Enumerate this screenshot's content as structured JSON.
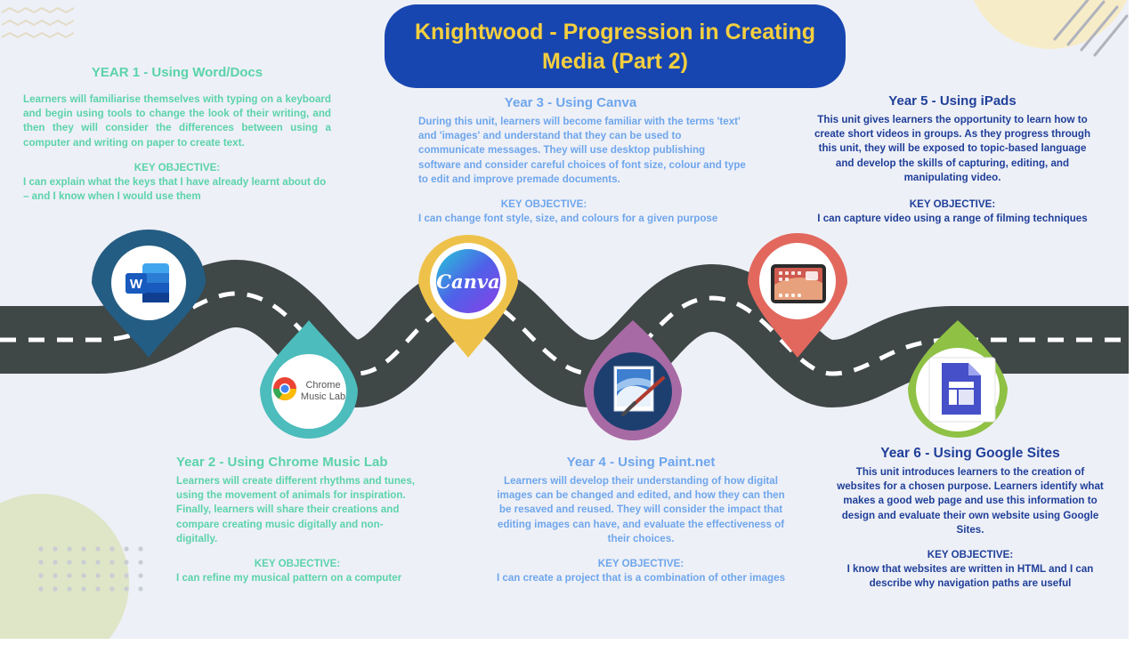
{
  "title": {
    "line1": "Knightwood  - Progression in Creating",
    "line2": "Media  (Part 2)"
  },
  "colors": {
    "background": "#eef0f7",
    "title_bg": "#1846b0",
    "title_text": "#f5cf3e",
    "road": "#3f4747",
    "green_text": "#5bd3aa",
    "light_blue_text": "#6ea6ec",
    "navy_text": "#1f3f99"
  },
  "years": {
    "y1": {
      "heading": "YEAR 1  - Using Word/Docs",
      "description": "Learners will familiarise themselves with typing on a keyboard and begin using tools to change the look of their writing, and then they will consider the differences between using a computer and writing on paper to create text.",
      "objective_label": "KEY OBJECTIVE:",
      "objective": "I can explain what the keys that I have already learnt about do – and I know when I would use them",
      "pin_color": "#245d83",
      "icon": "microsoft-word-icon"
    },
    "y2": {
      "heading": "Year 2 - Using Chrome Music Lab",
      "description": "Learners will create different rhythms and tunes, using the movement of animals for inspiration. Finally, learners will share their creations and compare creating music digitally and non-digitally.",
      "objective_label": "KEY OBJECTIVE:",
      "objective": "I can refine my musical pattern on a computer",
      "pin_color": "#4cbcbc",
      "icon": "chrome-icon",
      "logo_text_1": "Chrome",
      "logo_text_2": "Music Lab"
    },
    "y3": {
      "heading": "Year 3 - Using Canva",
      "description": "During this unit, learners will become familiar with the terms 'text' and 'images' and understand that they can be used to communicate messages. They will use desktop publishing software and consider careful choices of font size, colour and type to edit and improve premade documents.",
      "objective_label": "KEY OBJECTIVE:",
      "objective": "I can change font style, size, and colours for a given purpose",
      "pin_color": "#eec24a",
      "icon": "canva-icon",
      "logo_text": "Canva"
    },
    "y4": {
      "heading": "Year 4 - Using Paint.net",
      "description": "Learners will develop their understanding of how digital images can be changed and edited, and how they can then be resaved and reused. They will consider the impact that editing images can have, and evaluate the effectiveness of their choices.",
      "objective_label": "KEY OBJECTIVE:",
      "objective": "I can create a project that is a combination of other images",
      "pin_color": "#a86aa4",
      "icon": "paint-net-icon"
    },
    "y5": {
      "heading": "Year 5 - Using iPads",
      "description": "This unit gives learners the opportunity to learn how to create short videos in groups. As they progress through this unit, they will be exposed to topic-based language and develop the skills of capturing, editing, and manipulating video.",
      "objective_label": "KEY OBJECTIVE:",
      "objective": "I can capture video using a range of filming techniques",
      "pin_color": "#e2685e",
      "icon": "ipad-icon"
    },
    "y6": {
      "heading": "Year 6 - Using Google Sites",
      "description": "This unit introduces learners to the creation of websites for a chosen purpose. Learners identify what makes a good web page and use this information to design and evaluate their own website using Google Sites.",
      "objective_label": "KEY OBJECTIVE:",
      "objective": "I know that websites are written in HTML and I can describe why navigation paths are useful",
      "pin_color": "#8fc145",
      "icon": "google-sites-icon"
    }
  }
}
